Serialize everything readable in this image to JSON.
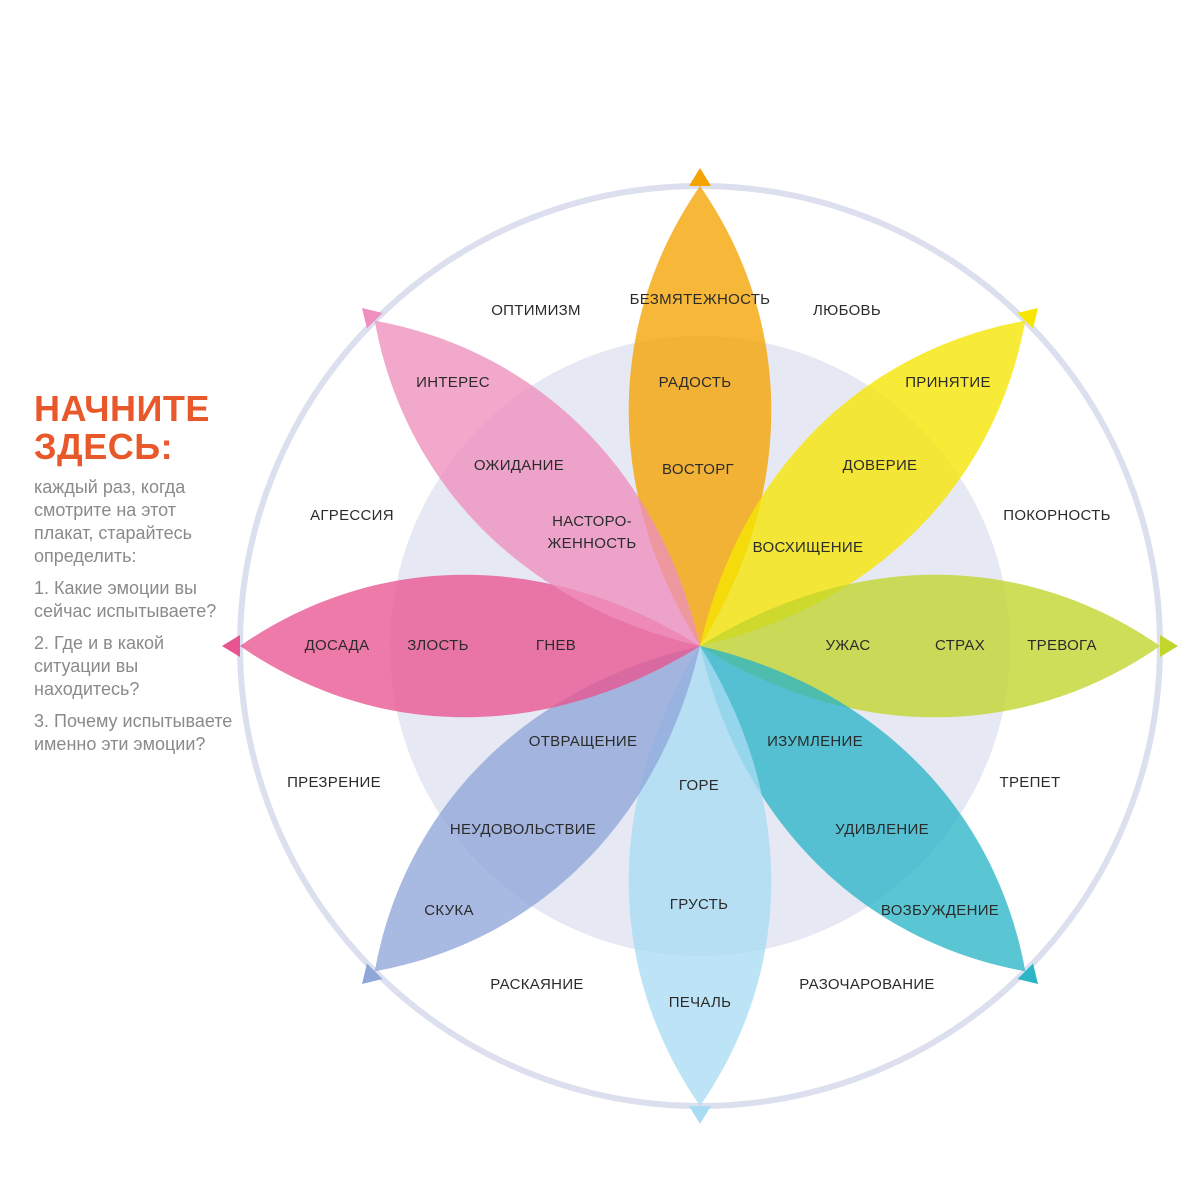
{
  "sidebar": {
    "title_line1": "НАЧНИТЕ",
    "title_line2": "ЗДЕСЬ:",
    "intro": "каждый раз, когда смотрите на этот плакат, старайтесь определить:",
    "questions": [
      "1. Какие эмоции вы сейчас испытываете?",
      "2. Где и в какой ситуации вы находитесь?",
      "3. Почему испытываете именно эти эмоции?"
    ],
    "title_color": "#e8582a"
  },
  "wheel": {
    "petals": [
      {
        "color": "#f5a300",
        "labels": {
          "outer": "БЕЗМЯТЕЖНОСТЬ",
          "middle": "РАДОСТЬ",
          "inner": "ВОСТОРГ"
        }
      },
      {
        "color": "#f6e600",
        "labels": {
          "outer": "ПРИНЯТИЕ",
          "middle": "ДОВЕРИЕ",
          "inner": "ВОСХИЩЕНИЕ"
        }
      },
      {
        "color": "#c2d52a",
        "labels": {
          "outer": "ТРЕВОГА",
          "middle": "СТРАХ",
          "inner": "УЖАС"
        }
      },
      {
        "color": "#2bb5c6",
        "labels": {
          "outer": "ВОЗБУЖДЕНИЕ",
          "middle": "УДИВЛЕНИЕ",
          "inner": "ИЗУМЛЕНИЕ"
        }
      },
      {
        "color": "#a9dcf3",
        "labels": {
          "outer": "ПЕЧАЛЬ",
          "middle": "ГРУСТЬ",
          "inner": "ГОРЕ"
        }
      },
      {
        "color": "#8fa6d8",
        "labels": {
          "outer": "СКУКА",
          "middle": "НЕУДОВОЛЬСТВИЕ",
          "inner": "ОТВРАЩЕНИЕ"
        }
      },
      {
        "color": "#e8548f",
        "labels": {
          "outer": "ДОСАДА",
          "middle": "ЗЛОСТЬ",
          "inner": "ГНЕВ"
        }
      },
      {
        "color": "#ee8fbd",
        "labels": {
          "outer": "ИНТЕРЕС",
          "middle": "ОЖИДАНИЕ",
          "inner": "НАСТОРО-",
          "inner2": "ЖЕННОСТЬ"
        }
      }
    ],
    "dyads": [
      "ЛЮБОВЬ",
      "ПОКОРНОСТЬ",
      "ТРЕПЕТ",
      "РАЗОЧАРОВАНИЕ",
      "РАСКАЯНИЕ",
      "ПРЕЗРЕНИЕ",
      "АГРЕССИЯ",
      "ОПТИМИЗМ"
    ],
    "ring_color": "#dcdfee",
    "inner_disc_color": "#e6e9f3"
  }
}
